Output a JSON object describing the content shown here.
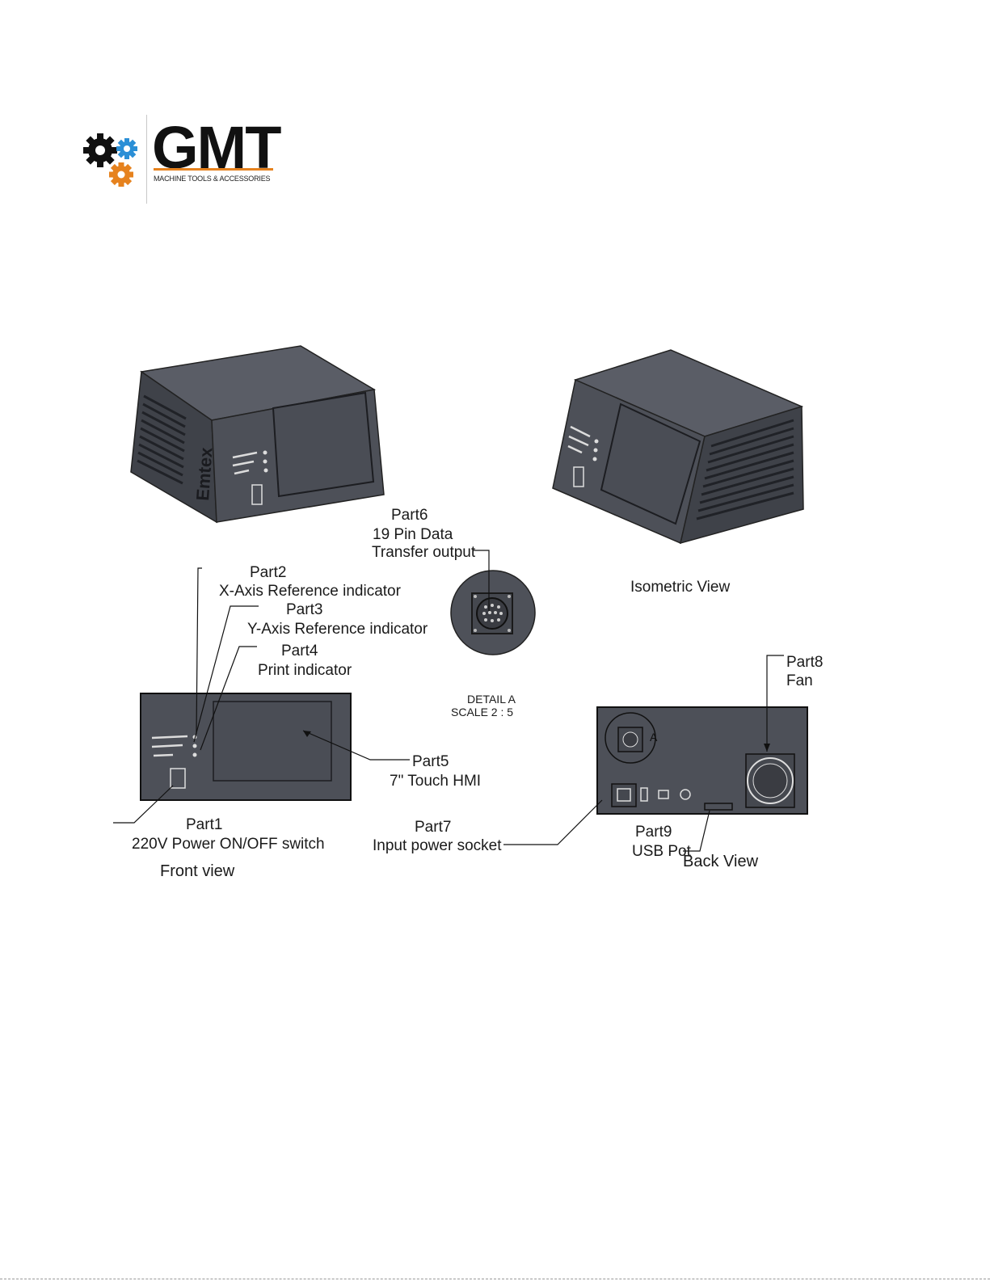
{
  "logo": {
    "brand": "GMT",
    "tagline": "MACHINE TOOLS & ACCESSORIES",
    "gear_colors": [
      "#111111",
      "#2b8fd6",
      "#e6821e"
    ],
    "accent_color": "#e6821e"
  },
  "device": {
    "brand_text": "Emtex",
    "body_color": "#4a4d55"
  },
  "labels": {
    "part1_title": "Part1",
    "part1_desc": "220V Power ON/OFF switch",
    "part2_title": "Part2",
    "part2_desc": "X-Axis Reference indicator",
    "part3_title": "Part3",
    "part3_desc": "Y-Axis Reference indicator",
    "part4_title": "Part4",
    "part4_desc": "Print indicator",
    "part5_title": "Part5",
    "part5_desc": "7\" Touch HMI",
    "part6_title": "Part6",
    "part6_line1": "19 Pin Data",
    "part6_line2": "Transfer output",
    "part7_title": "Part7",
    "part7_desc": "Input power socket",
    "part8_title": "Part8",
    "part8_desc": "Fan",
    "part9_title": "Part9",
    "part9_desc": "USB Pot"
  },
  "views": {
    "front": "Front view",
    "isometric": "Isometric View",
    "back": "Back View",
    "detail_title": "DETAIL A",
    "detail_scale": "SCALE 2 : 5",
    "detail_marker": "A"
  }
}
